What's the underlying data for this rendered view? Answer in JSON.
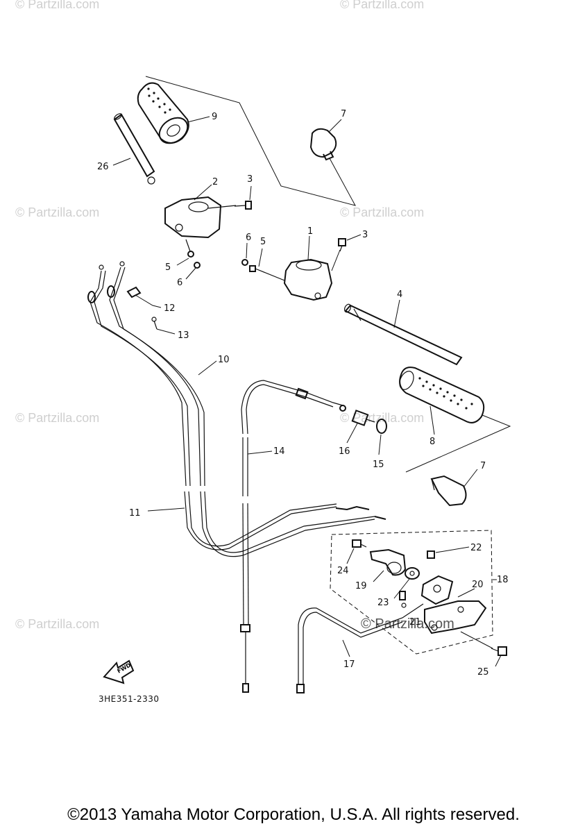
{
  "watermarks": [
    "© Partzilla.com",
    "© Partzilla.com",
    "© Partzilla.com",
    "© Partzilla.com",
    "© Partzilla.com",
    "© Partzilla.com",
    "© Partzilla.com",
    "© Partzilla.com"
  ],
  "callouts": {
    "c1": "1",
    "c2": "2",
    "c3a": "3",
    "c3b": "3",
    "c4": "4",
    "c5a": "5",
    "c5b": "5",
    "c6a": "6",
    "c6b": "6",
    "c7a": "7",
    "c7b": "7",
    "c8": "8",
    "c9": "9",
    "c10": "10",
    "c11": "11",
    "c12": "12",
    "c13": "13",
    "c14": "14",
    "c15": "15",
    "c16": "16",
    "c17": "17",
    "c18": "18",
    "c19": "19",
    "c20": "20",
    "c21": "21",
    "c22": "22",
    "c23": "23",
    "c24": "24",
    "c25": "25",
    "c26": "26"
  },
  "fwd_label": "FWD",
  "diagram_code": "3HE351-2330",
  "copyright": "©2013 Yamaha Motor Corporation, U.S.A. All rights reserved."
}
